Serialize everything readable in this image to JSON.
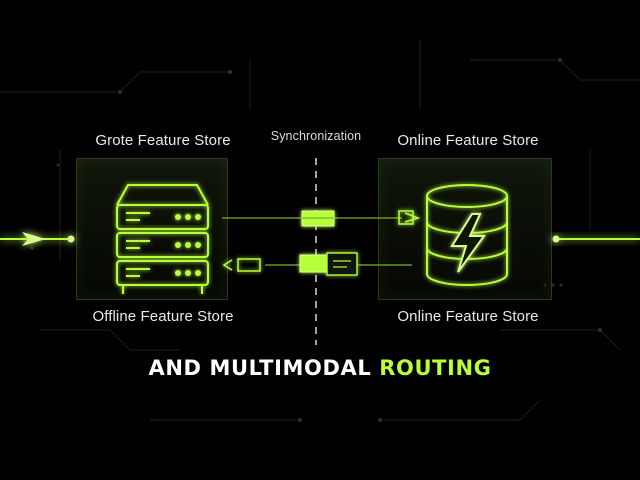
{
  "labels": {
    "top_left": "Grote Feature Store",
    "top_center": "Synchronization",
    "top_right": "Online Feature Store",
    "bottom_left": "Offline Feature Store",
    "bottom_right": "Online Feature Store"
  },
  "caption": {
    "text_white": "AND MULTIMODAL",
    "text_highlight": "ROUTING"
  },
  "colors": {
    "background": "#000000",
    "accent": "#b8ff3a",
    "panel_border": "#2c3a1e",
    "text": "#e9e9e9"
  },
  "icons": [
    "server-rack-icon",
    "database-lightning-icon",
    "arrow-icon",
    "data-packet-icon"
  ]
}
